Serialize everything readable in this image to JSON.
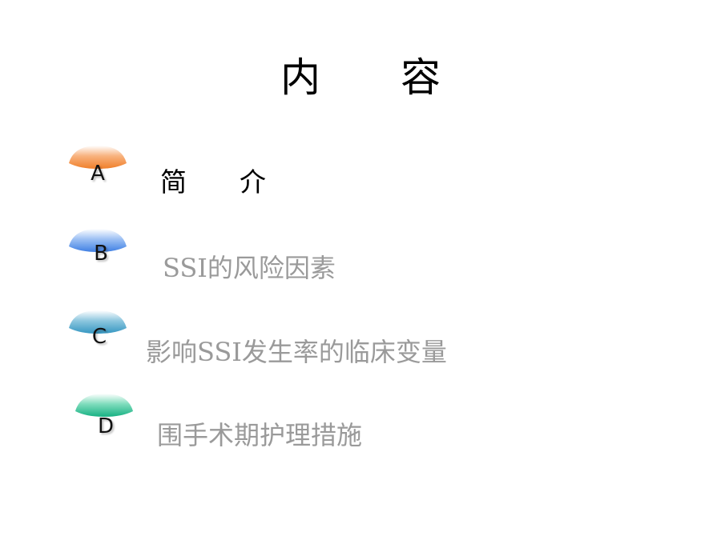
{
  "title": "内　　容",
  "items": [
    {
      "letter": "A",
      "label": "简　　介",
      "color": "#f28a3c"
    },
    {
      "letter": "B",
      "label": "SSI的风险因素",
      "color": "#4f8be8"
    },
    {
      "letter": "C",
      "label": "影响SSI发生率的临床变量",
      "color": "#3d9fc7"
    },
    {
      "letter": "D",
      "label": "围手术期护理措施",
      "color": "#1fb98a"
    }
  ]
}
